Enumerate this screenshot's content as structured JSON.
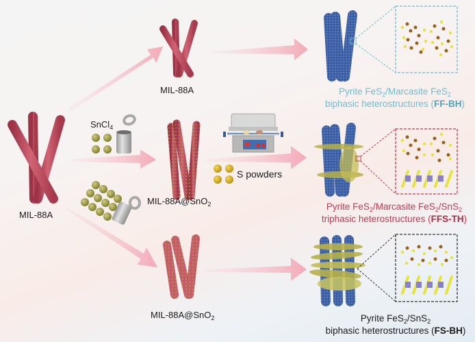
{
  "title": "Synthesis scheme of FeS2 / SnS2 heterostructures from MIL-88A",
  "colors": {
    "rod_pink": "#b84a5c",
    "arrow_pink": "#f3b3bf",
    "fes2_blue": "#3a5c9e",
    "sns2_yellow": "#b7b04a",
    "ff_bh_text": "#6fbccd",
    "ffs_th_text": "#c03a52",
    "fs_bh_text": "#1a1a1a"
  },
  "start": {
    "label": "MIL-88A"
  },
  "top_path": {
    "intermediate_label": "MIL-88A"
  },
  "middle_path": {
    "reagent_prefix": "SnCl",
    "reagent_sub": "4",
    "intermediate_prefix": "MIL-88A@SnO",
    "intermediate_sub": "2",
    "furnace_icon": "tube-furnace-icon",
    "sulfur_label": "S powders"
  },
  "bottom_path": {
    "intermediate_prefix": "MIL-88A@SnO",
    "intermediate_sub": "2"
  },
  "products": {
    "ff_bh": {
      "line1_a": "Pyrite FeS",
      "line1_sub1": "2",
      "line1_b": "/Marcasite FeS",
      "line1_sub2": "2",
      "line2_text": "biphasic heterostructures (",
      "line2_bold": "FF-BH",
      "line2_end": ")"
    },
    "ffs_th": {
      "line1_a": "Pyrite FeS",
      "line1_sub1": "2",
      "line1_b": "/Marcasite FeS",
      "line1_sub2": "2",
      "line1_c": "/SnS",
      "line1_sub3": "2",
      "line2_text": "triphasic  heterostructures (",
      "line2_bold": "FFS-TH",
      "line2_end": ")"
    },
    "fs_bh": {
      "line1_a": "Pyrite FeS",
      "line1_sub1": "2",
      "line1_b": "/SnS",
      "line1_sub2": "2",
      "line2_text": "biphasic  heterostructures (",
      "line2_bold": "FS-BH",
      "line2_end": ")"
    }
  }
}
